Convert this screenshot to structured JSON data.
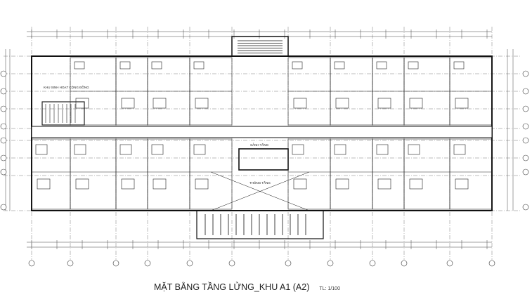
{
  "drawing": {
    "title": "MẶT BẰNG TẦNG LỬNG_KHU A1 (A2)",
    "scale": "TL: 1/100"
  },
  "labels": {
    "community_area": "KHU SINH HOẠT CỘNG ĐỒNG",
    "floor_lobby": "SẢNH TẦNG",
    "void": "THÔNG TẦNG"
  }
}
